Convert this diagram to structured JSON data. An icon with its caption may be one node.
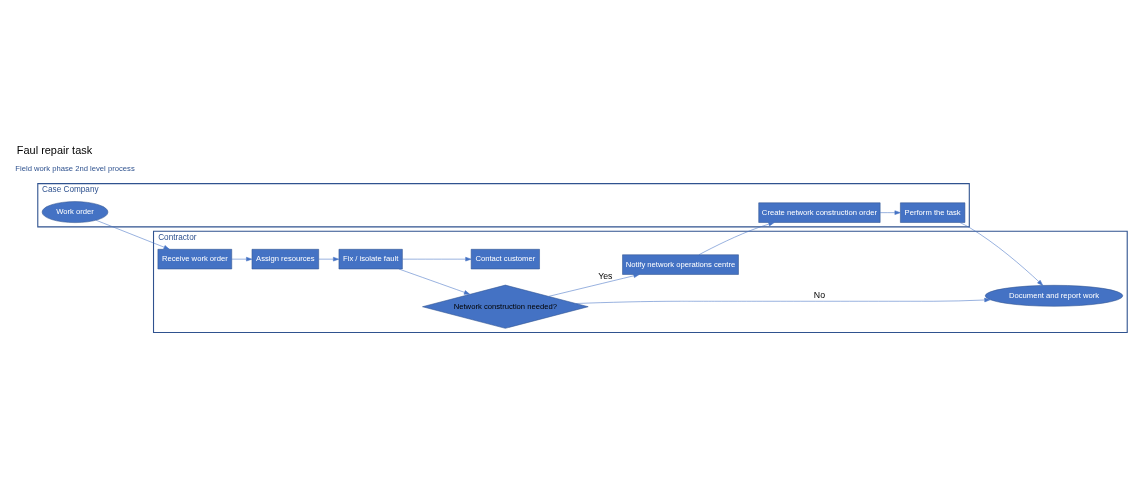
{
  "diagram": {
    "title": "Faul repair task",
    "nodes": [
      {
        "text": [
          "Case Company"
        ]
      },
      {
        "text": [
          "Work order"
        ],
        "in": 0
      },
      {
        "text": [
          "Create network construction order"
        ],
        "in": 0
      },
      {
        "text": [
          "Perform the task"
        ],
        "in": 0
      },
      {
        "text": [
          "Contractor"
        ]
      },
      {
        "text": [
          "Receive work order"
        ],
        "in": 4
      },
      {
        "text": [
          "Assign resources"
        ],
        "in": 4
      },
      {
        "text": [
          "Fix / isolate fault"
        ],
        "in": 4
      },
      {
        "text": [
          "Network construction needed?"
        ],
        "in": 4
      },
      {
        "text": [
          "Contact customer"
        ],
        "in": 4
      },
      {
        "text": [
          "Notify network operations centre"
        ],
        "in": 4
      },
      {
        "text": [
          "Document and report work"
        ],
        "in": 4
      }
    ],
    "edges": [
      {
        "from": 1,
        "to": 5,
        "arrow": "to"
      },
      {
        "from": 5,
        "to": 6,
        "arrow": "to"
      },
      {
        "from": 6,
        "to": 7,
        "arrow": "to"
      },
      {
        "from": 7,
        "to": 8,
        "arrow": "to"
      },
      {
        "from": 7,
        "to": 9,
        "arrow": "to"
      },
      {
        "from": 8,
        "to": 10,
        "label": "Yes",
        "arrow": "to"
      },
      {
        "from": 8,
        "to": 11,
        "label": "No",
        "arrow": "to"
      },
      {
        "from": 10,
        "to": 2,
        "arrow": "to"
      },
      {
        "from": 2,
        "to": 3,
        "arrow": "to"
      },
      {
        "from": 3,
        "to": 11,
        "arrow": "to"
      }
    ],
    "labels": [
      "Field work phase 2nd level process"
    ]
  }
}
